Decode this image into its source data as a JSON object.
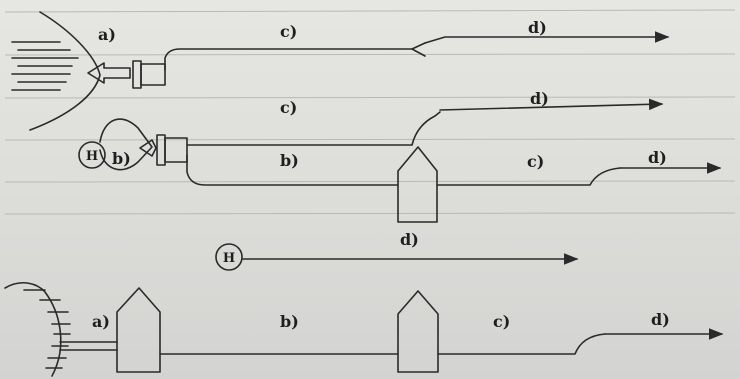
{
  "labels": {
    "a": "a)",
    "b": "b)",
    "c": "c)",
    "d": "d)",
    "h": "H"
  },
  "colors": {
    "ink": "#2a2a2a",
    "paper": "#e2e2df"
  },
  "icons": {
    "arrowhead": "arrowhead-icon",
    "boat": "boat-icon",
    "helicopter": "helicopter-icon",
    "water": "water-icon"
  }
}
